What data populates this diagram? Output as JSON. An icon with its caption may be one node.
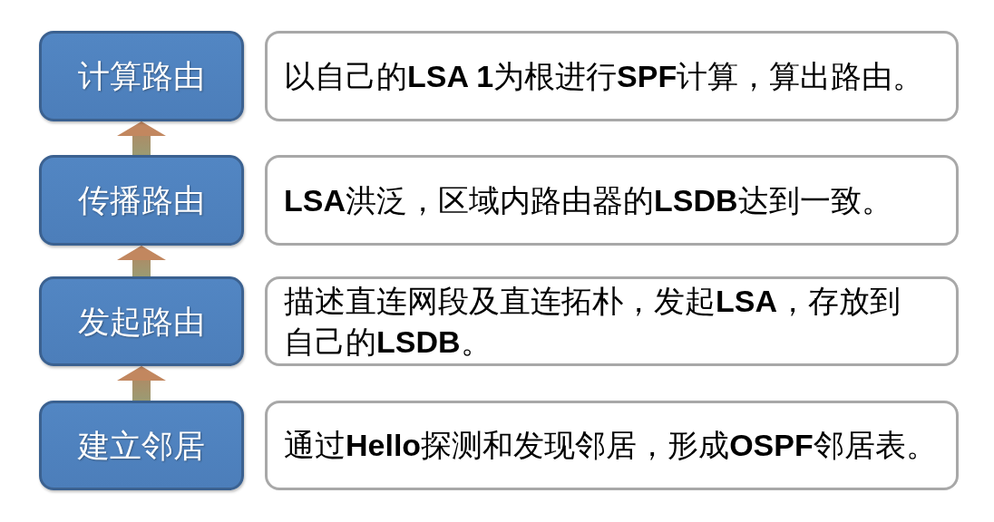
{
  "diagram": {
    "nodes": [
      {
        "text": [
          "计算路由"
        ]
      },
      {
        "text": [
          "以自己的**LSA 1**为根进行**SPF**计算，算出路由。"
        ]
      },
      {
        "text": [
          "传播路由"
        ]
      },
      {
        "text": [
          "**LSA**洪泛，区域内路由器的**LSDB**达到一致。"
        ]
      },
      {
        "text": [
          "发起路由"
        ]
      },
      {
        "text": [
          "描述直连网段及直连拓朴，发起**LSA**，存放到自己的**LSDB**。"
        ]
      },
      {
        "text": [
          "建立邻居"
        ]
      },
      {
        "text": [
          "通过**Hello**探测和发现邻居，形成**OSPF**邻居表。"
        ]
      }
    ],
    "edges": [
      {
        "from": 6,
        "to": 4,
        "arrow": "to"
      },
      {
        "from": 4,
        "to": 2,
        "arrow": "to"
      },
      {
        "from": 2,
        "to": 0,
        "arrow": "to"
      }
    ]
  }
}
